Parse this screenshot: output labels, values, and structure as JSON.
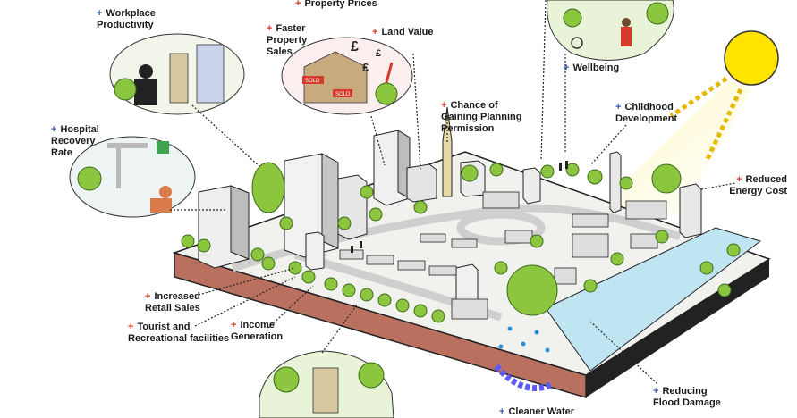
{
  "labels": {
    "workplace": {
      "sign": "+",
      "text": "Workplace\nProductivity"
    },
    "property_prices": {
      "sign": "+",
      "text": "Property Prices"
    },
    "faster_sales": {
      "sign": "+",
      "text": "Faster\nProperty\nSales"
    },
    "land_value": {
      "sign": "+",
      "text": "Land Value"
    },
    "planning": {
      "sign": "+",
      "text": "Chance of\nGaining Planning\nPermission"
    },
    "hospital": {
      "sign": "+",
      "text": "Hospital\nRecovery\nRate"
    },
    "wellbeing": {
      "sign": "+",
      "text": "Wellbeing"
    },
    "childhood": {
      "sign": "+",
      "text": "Childhood\nDevelopment"
    },
    "energy": {
      "sign": "+",
      "text": "Reduced\nEnergy Cost"
    },
    "retail": {
      "sign": "+",
      "text": "Increased\nRetail Sales"
    },
    "tourist": {
      "sign": "+",
      "text": "Tourist and\nRecreational facilities"
    },
    "income": {
      "sign": "+",
      "text": "Income\nGeneration"
    },
    "flood": {
      "sign": "+",
      "text": "Reducing\nFlood Damage"
    },
    "water": {
      "sign": "+",
      "text": "Cleaner Water"
    }
  },
  "signs": {
    "pound": "£",
    "sold": "SOLD"
  },
  "colors": {
    "positive": "#3b5bb3",
    "negative": "#d63a2a",
    "soil": "#b9705f",
    "ground": "#f1f1ee",
    "tree": "#8cc63f",
    "water": "#bfe4f2",
    "sun": "#ffe400"
  }
}
